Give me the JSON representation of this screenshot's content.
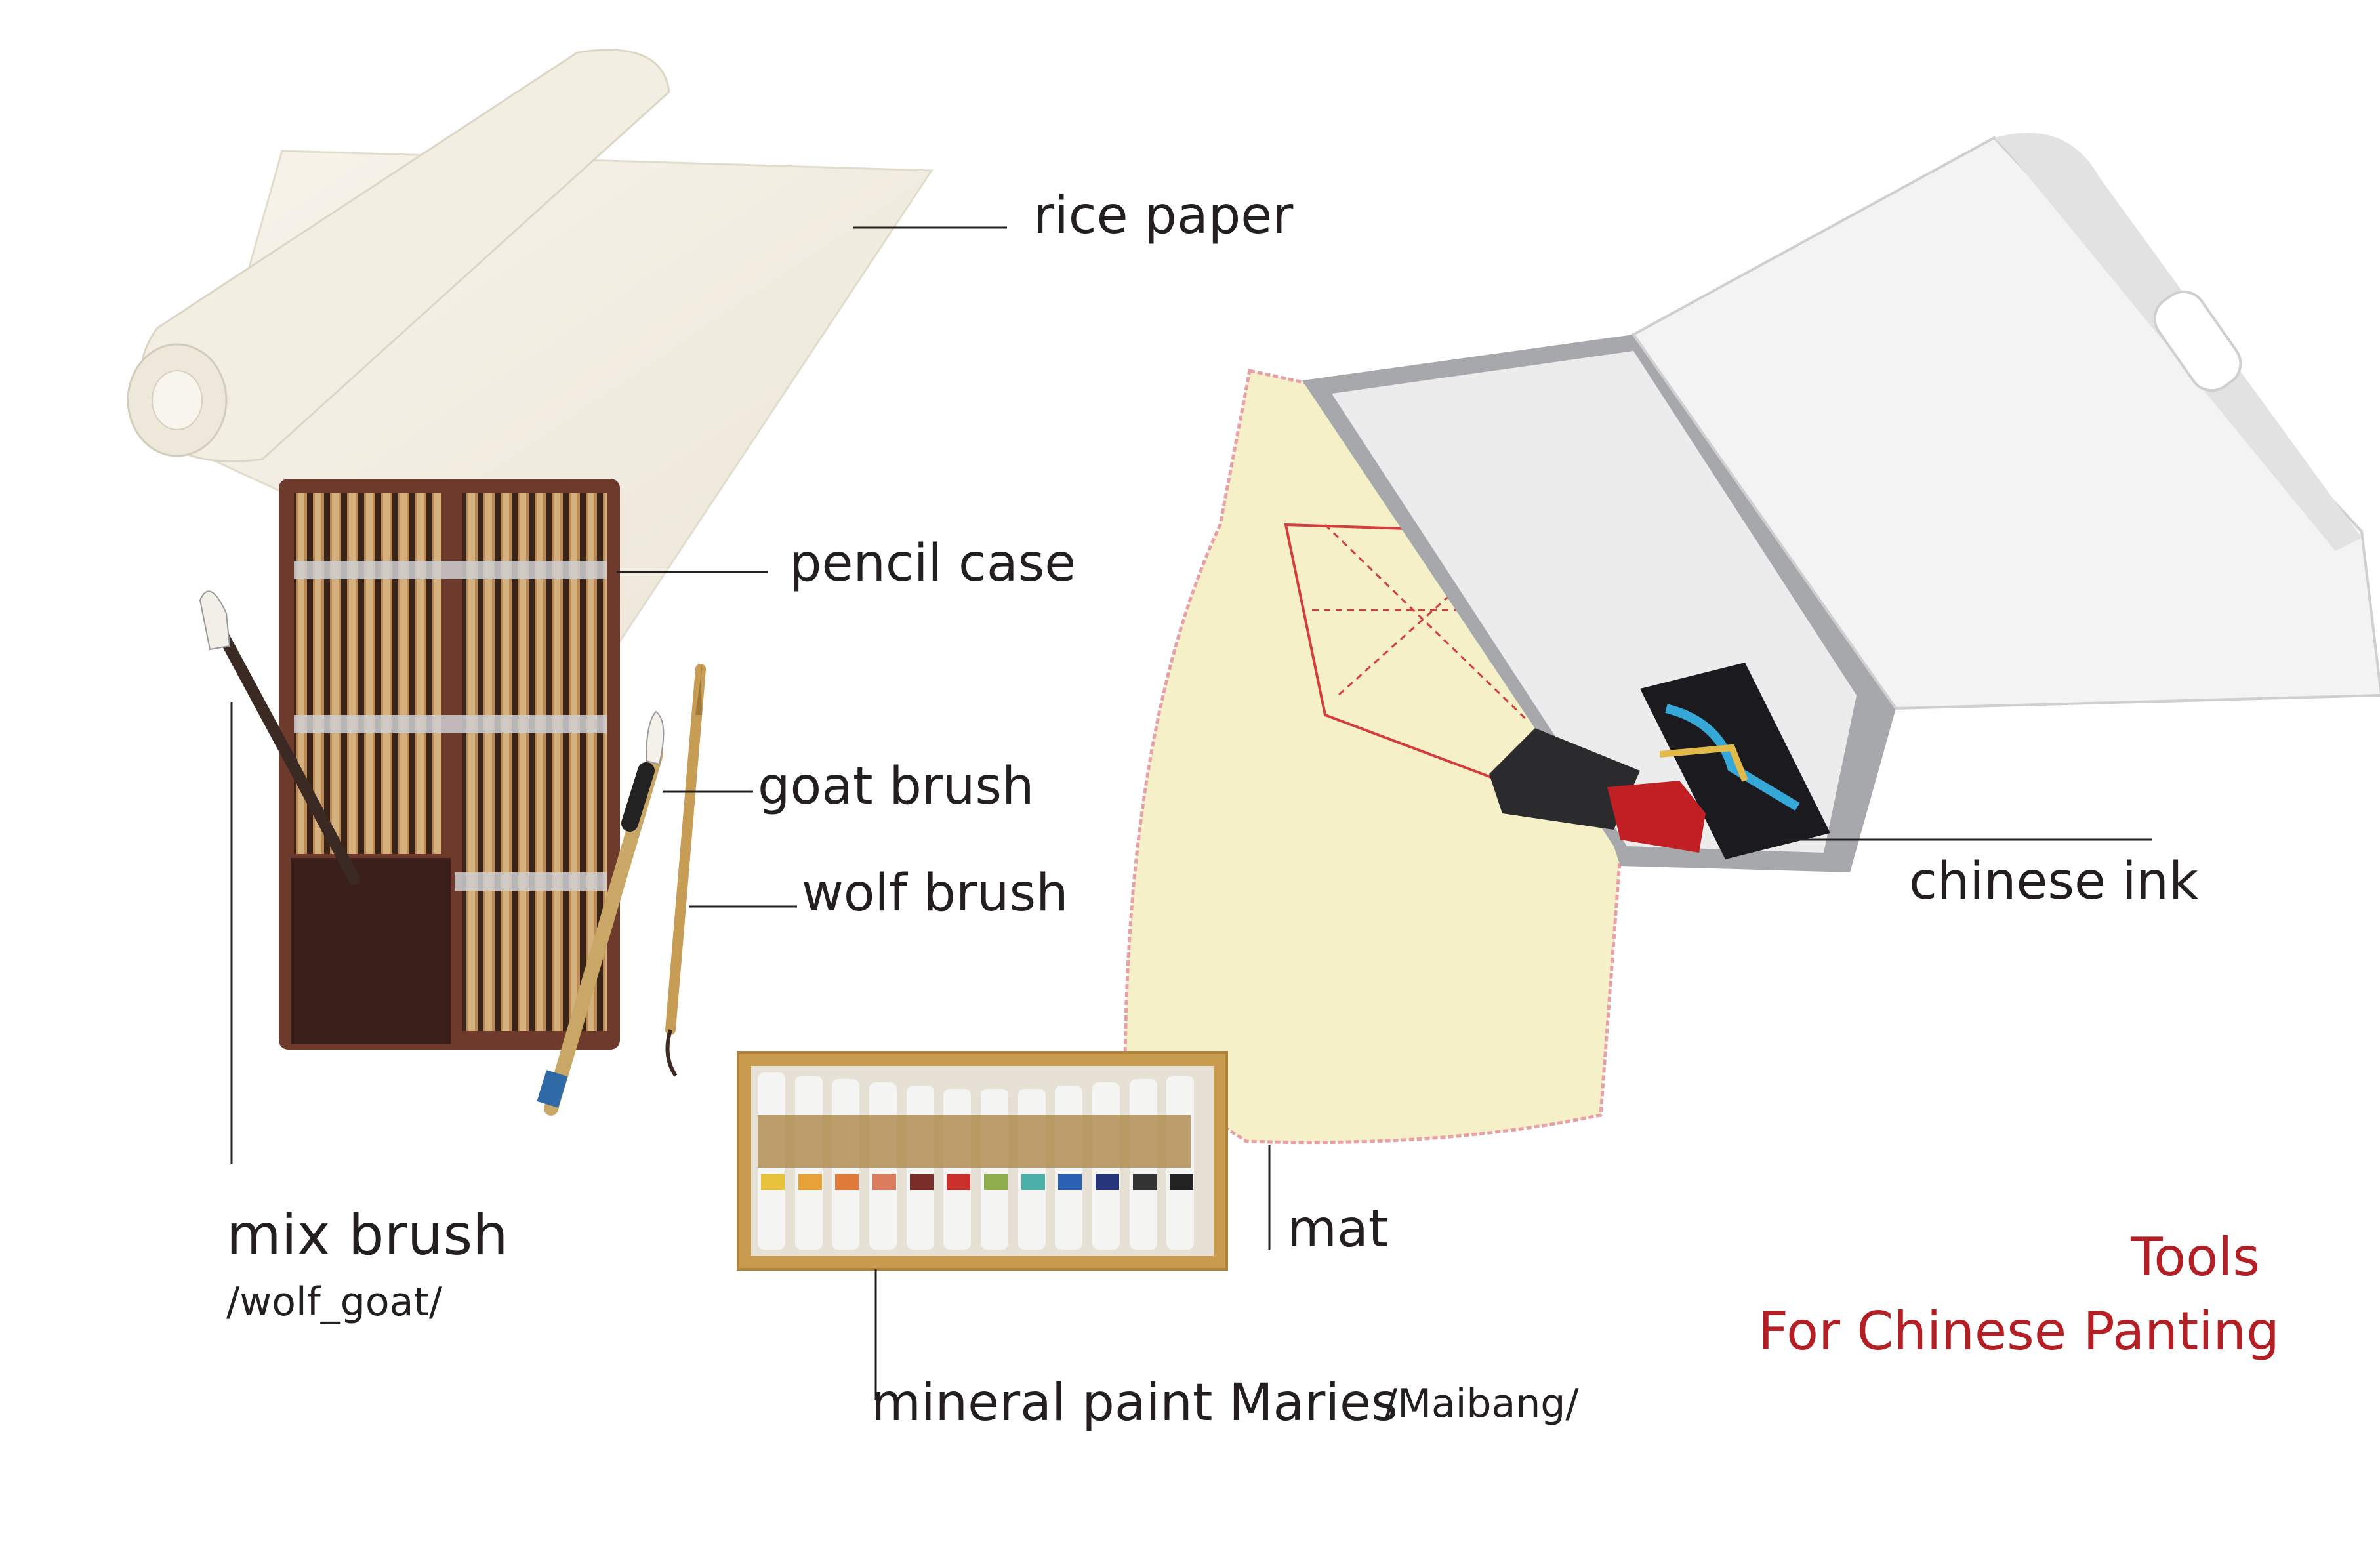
{
  "labels": {
    "rice_paper": "rice paper",
    "pencil_case": "pencil case",
    "goat_brush": "goat brush",
    "wolf_brush": "wolf brush",
    "mix_brush": "mix brush",
    "mix_brush_sub": "/wolf_goat/",
    "mat": "mat",
    "mineral_paint": "mineral paint Maries",
    "mineral_paint_sub": "/Maibang/",
    "chinese_ink": "chinese ink"
  },
  "title": {
    "line1": "Tools",
    "line2": "For Chinese Panting"
  },
  "colors": {
    "title": "#b31f24",
    "text": "#231f20",
    "leader": "#231f20"
  }
}
